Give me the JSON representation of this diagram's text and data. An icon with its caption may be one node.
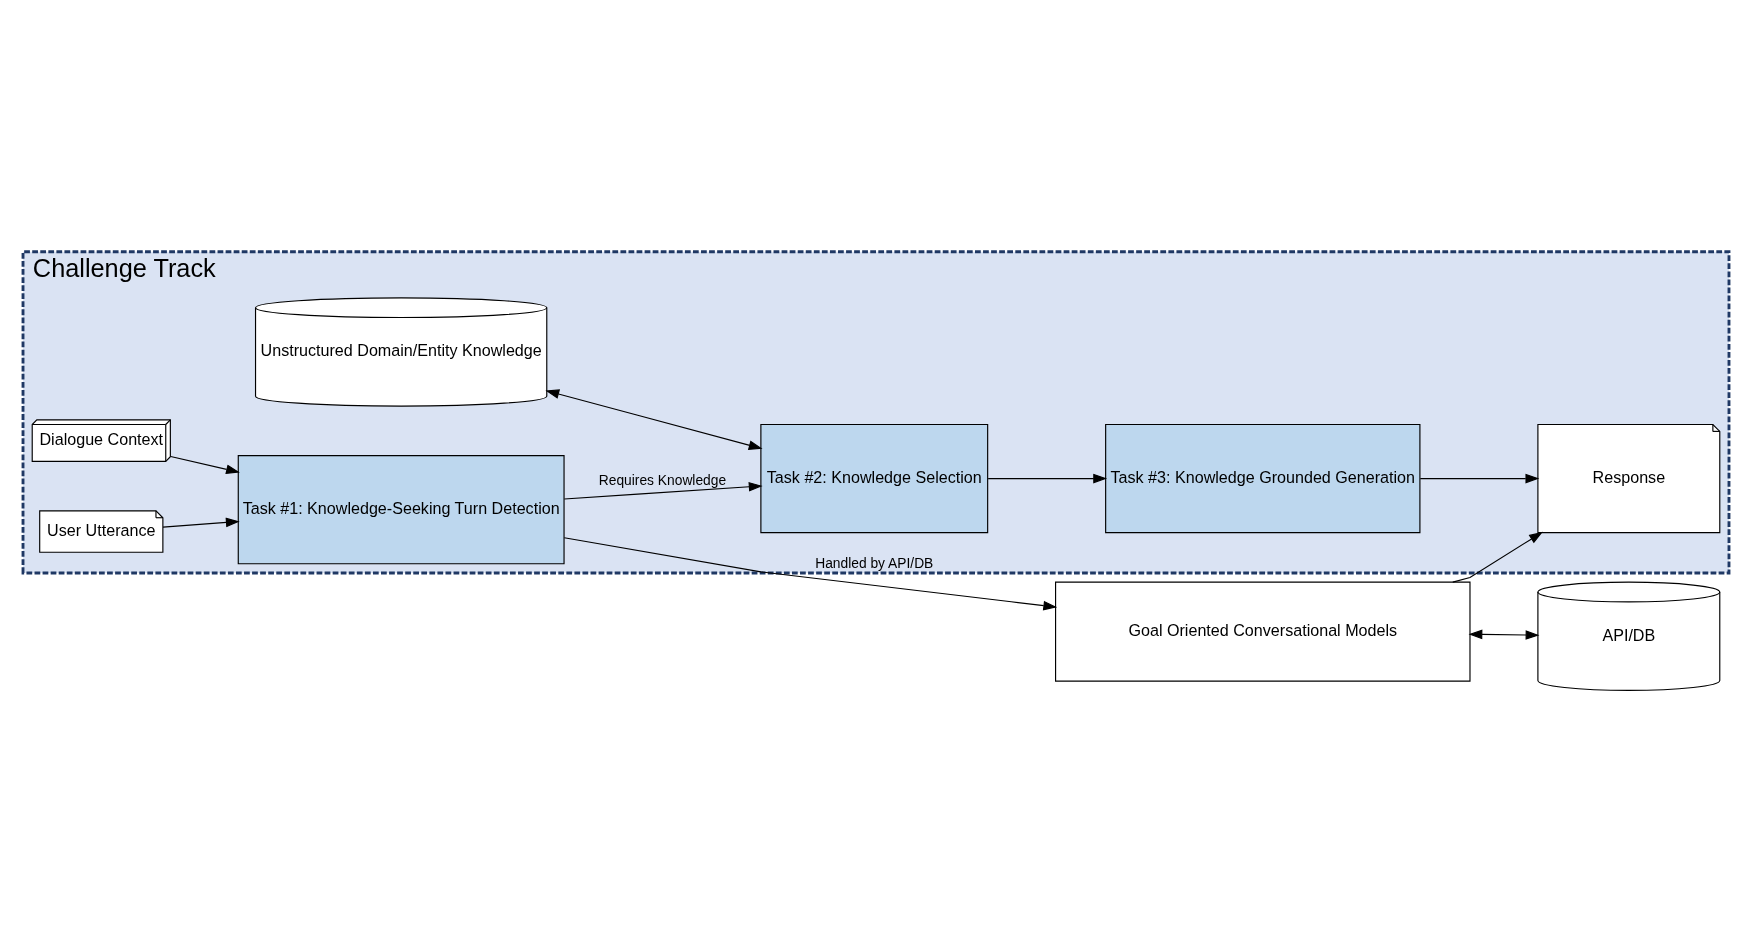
{
  "diagram": {
    "nodes": [
      {
        "text": [
          "Challenge Track"
        ]
      },
      {
        "text": [
          "Dialogue Context"
        ],
        "in": 0
      },
      {
        "text": [
          "User Utterance"
        ],
        "in": 0
      },
      {
        "text": [
          "Task #1: Knowledge-Seeking Turn Detection"
        ],
        "in": 0
      },
      {
        "text": [
          "Unstructured Domain/Entity Knowledge"
        ],
        "in": 0
      },
      {
        "text": [
          "Task #2: Knowledge Selection"
        ],
        "in": 0
      },
      {
        "text": [
          "Task #3: Knowledge Grounded Generation"
        ],
        "in": 0
      },
      {
        "text": [
          "Response"
        ],
        "in": 0
      },
      {
        "text": [
          "Goal Oriented Conversational Models"
        ]
      },
      {
        "text": [
          "API/DB"
        ]
      }
    ],
    "edges": [
      {
        "from": 1,
        "to": 3,
        "arrow": "to"
      },
      {
        "from": 2,
        "to": 3,
        "arrow": "to"
      },
      {
        "from": 3,
        "to": 5,
        "arrow": "to",
        "label": "Requires Knowledge"
      },
      {
        "from": 4,
        "to": 5,
        "arrow": "both"
      },
      {
        "from": 5,
        "to": 6,
        "arrow": "to"
      },
      {
        "from": 6,
        "to": 7,
        "arrow": "to"
      },
      {
        "from": 3,
        "to": 8,
        "arrow": "to",
        "label": "Handled by API/DB"
      },
      {
        "from": 8,
        "to": 7,
        "arrow": "to"
      },
      {
        "from": 8,
        "to": 9,
        "arrow": "both"
      }
    ]
  }
}
